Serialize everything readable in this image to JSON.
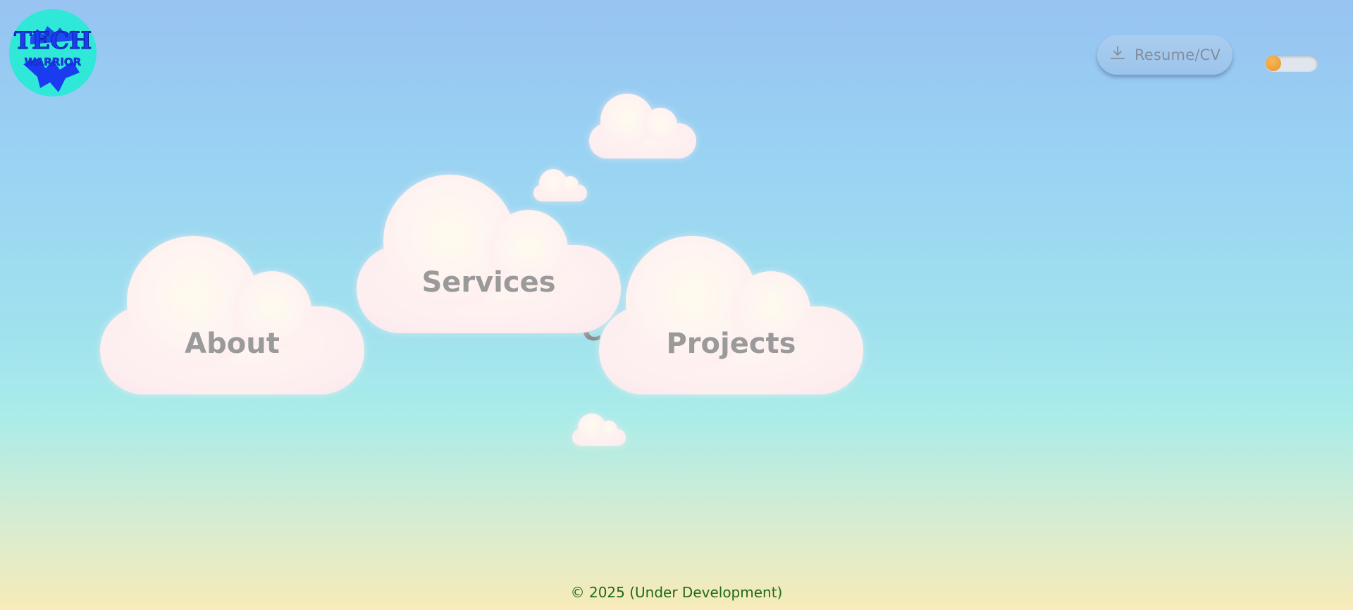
{
  "header": {
    "logo": {
      "text_top": "TECH",
      "text_bottom": "WARRIOR",
      "background": "#2fe8d8",
      "ink": "#1a3bf0"
    },
    "resume_button": {
      "icon": "download-icon",
      "label": "Resume/CV"
    },
    "theme_toggle": {
      "state": "off",
      "knob_color": "#e99a30"
    }
  },
  "nav": {
    "about": "About",
    "services": "Services",
    "projects": "Projects"
  },
  "partial_text": "C",
  "footer": {
    "text": "© 2025 (Under Development)",
    "color": "#1f6a17"
  }
}
